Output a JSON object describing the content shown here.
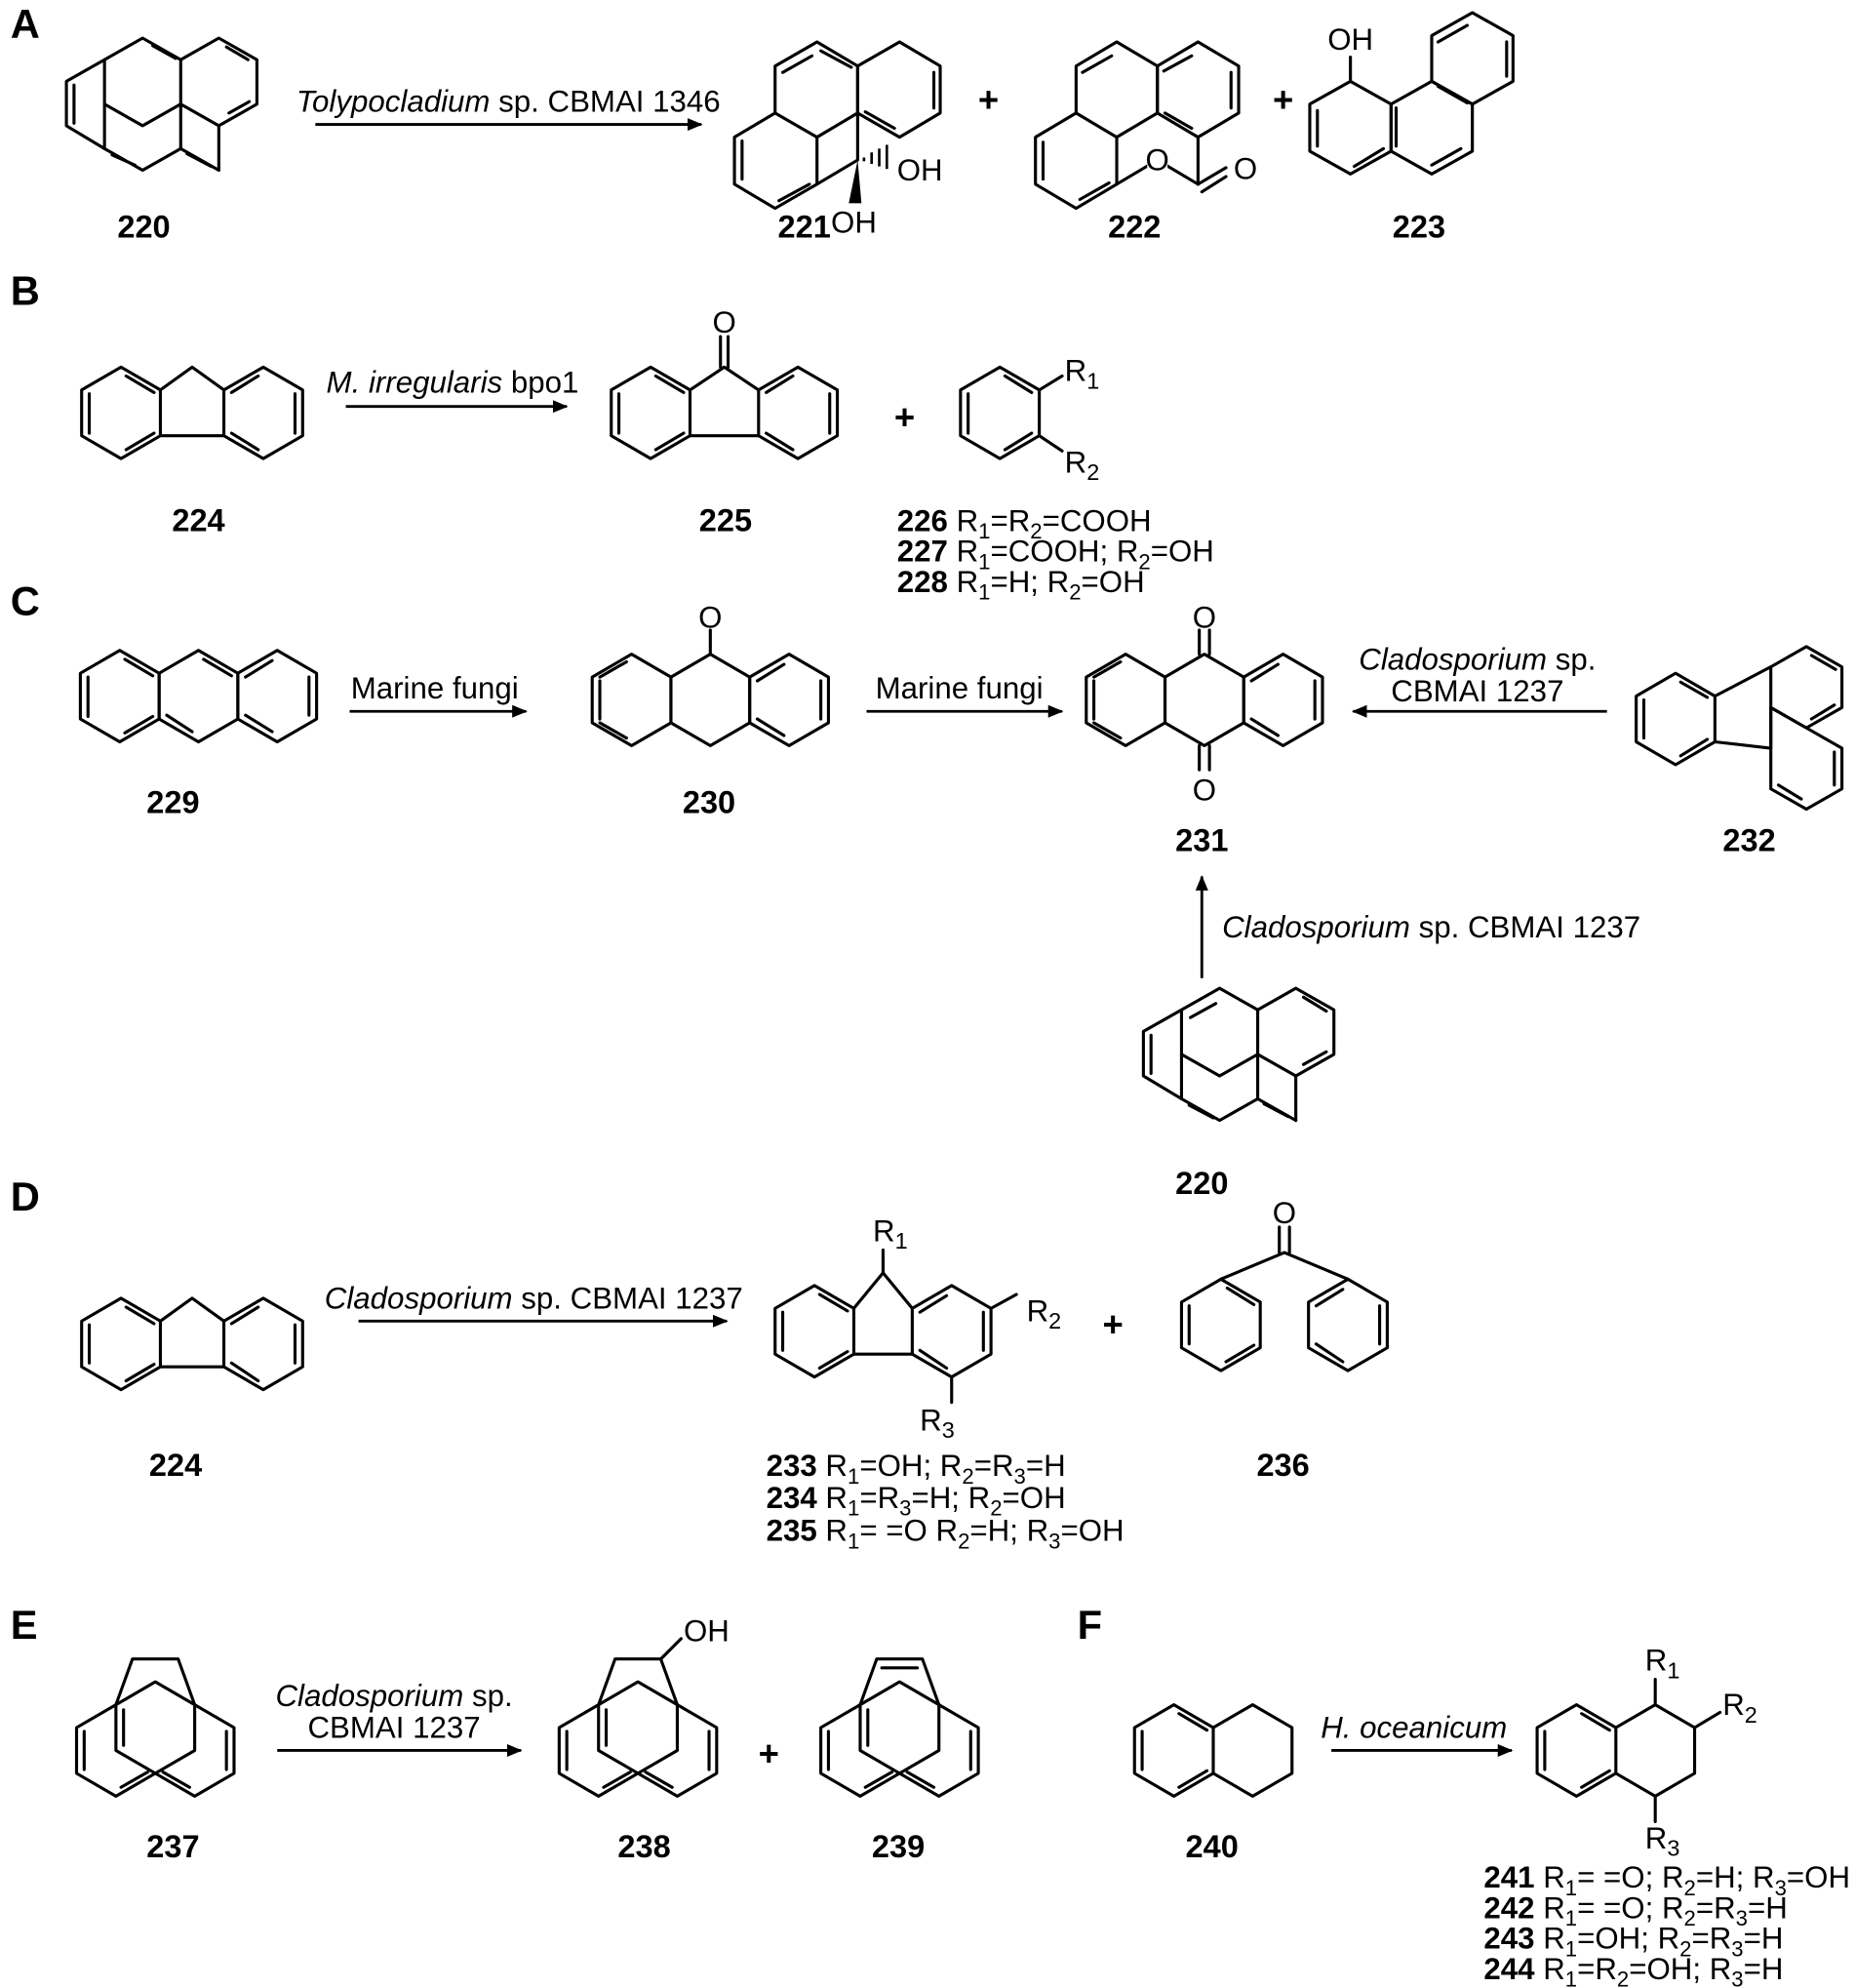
{
  "panels": {
    "A": {
      "letter": "A",
      "organism": "Tolypocladium",
      "condition_rest": " sp. CBMAI 1346",
      "compounds": [
        "220",
        "221",
        "222",
        "223"
      ],
      "labels": {
        "oh1": "OH",
        "oh2": "OH",
        "o_ring": "O",
        "o_keto": "O",
        "oh3": "OH"
      }
    },
    "B": {
      "letter": "B",
      "organism": "M. irregularis",
      "condition_rest": " bpo1",
      "compounds": [
        "224",
        "225"
      ],
      "labels": {
        "o_keto": "O",
        "r1": "R",
        "r1_sub": "1",
        "r2": "R",
        "r2_sub": "2"
      },
      "substituents": [
        {
          "num": "226",
          "text": [
            [
              "R",
              ""
            ],
            [
              "1",
              "sub"
            ],
            [
              "=R",
              ""
            ],
            [
              "2",
              "sub"
            ],
            [
              "=COOH",
              ""
            ]
          ]
        },
        {
          "num": "227",
          "text": [
            [
              "R",
              ""
            ],
            [
              "1",
              "sub"
            ],
            [
              "=COOH; R",
              ""
            ],
            [
              "2",
              "sub"
            ],
            [
              "=OH",
              ""
            ]
          ]
        },
        {
          "num": "228",
          "text": [
            [
              "R",
              ""
            ],
            [
              "1",
              "sub"
            ],
            [
              "=H; R",
              ""
            ],
            [
              "2",
              "sub"
            ],
            [
              "=OH",
              ""
            ]
          ]
        }
      ]
    },
    "C": {
      "letter": "C",
      "condition_1": "Marine fungi",
      "condition_2": "Marine fungi",
      "organism_right": "Cladosporium",
      "condition_right_rest": " sp.",
      "condition_right_line2": "CBMAI 1237",
      "organism_up": "Cladosporium",
      "condition_up_rest": " sp. CBMAI 1237",
      "compounds": [
        "229",
        "230",
        "231",
        "232",
        "220"
      ],
      "labels": {
        "o_230": "O",
        "o_231a": "O",
        "o_231b": "O"
      }
    },
    "D": {
      "letter": "D",
      "organism": "Cladosporium",
      "condition_rest": " sp. CBMAI 1237",
      "compounds": [
        "224",
        "236"
      ],
      "labels": {
        "r1": "R",
        "r1_sub": "1",
        "r2": "R",
        "r2_sub": "2",
        "r3": "R",
        "r3_sub": "3",
        "o_236": "O"
      },
      "substituents": [
        {
          "num": "233",
          "text": [
            [
              "R",
              ""
            ],
            [
              "1",
              "sub"
            ],
            [
              "=OH; R",
              ""
            ],
            [
              "2",
              "sub"
            ],
            [
              "=R",
              ""
            ],
            [
              "3",
              "sub"
            ],
            [
              "=H",
              ""
            ]
          ]
        },
        {
          "num": "234",
          "text": [
            [
              "R",
              ""
            ],
            [
              "1",
              "sub"
            ],
            [
              "=R",
              ""
            ],
            [
              "3",
              "sub"
            ],
            [
              "=H; R",
              ""
            ],
            [
              "2",
              "sub"
            ],
            [
              "=OH",
              ""
            ]
          ]
        },
        {
          "num": "235",
          "text": [
            [
              "R",
              ""
            ],
            [
              "1",
              "sub"
            ],
            [
              "= =O R",
              ""
            ],
            [
              "2",
              "sub"
            ],
            [
              "=H; R",
              ""
            ],
            [
              "3",
              "sub"
            ],
            [
              "=OH",
              ""
            ]
          ]
        }
      ]
    },
    "E": {
      "letter": "E",
      "organism": "Cladosporium",
      "condition_rest": " sp.",
      "condition_line2": "CBMAI 1237",
      "compounds": [
        "237",
        "238",
        "239"
      ],
      "labels": {
        "oh": "OH"
      }
    },
    "F": {
      "letter": "F",
      "organism": "H. oceanicum",
      "compounds": [
        "240"
      ],
      "labels": {
        "r1": "R",
        "r1_sub": "1",
        "r2": "R",
        "r2_sub": "2",
        "r3": "R",
        "r3_sub": "3"
      },
      "substituents": [
        {
          "num": "241",
          "text": [
            [
              "R",
              ""
            ],
            [
              "1",
              "sub"
            ],
            [
              "= =O; R",
              ""
            ],
            [
              "2",
              "sub"
            ],
            [
              "=H; R",
              ""
            ],
            [
              "3",
              "sub"
            ],
            [
              "=OH",
              ""
            ]
          ]
        },
        {
          "num": "242",
          "text": [
            [
              "R",
              ""
            ],
            [
              "1",
              "sub"
            ],
            [
              "= =O; R",
              ""
            ],
            [
              "2",
              "sub"
            ],
            [
              "=R",
              ""
            ],
            [
              "3",
              "sub"
            ],
            [
              "=H",
              ""
            ]
          ]
        },
        {
          "num": "243",
          "text": [
            [
              "R",
              ""
            ],
            [
              "1",
              "sub"
            ],
            [
              "=OH; R",
              ""
            ],
            [
              "2",
              "sub"
            ],
            [
              "=R",
              ""
            ],
            [
              "3",
              "sub"
            ],
            [
              "=H",
              ""
            ]
          ]
        },
        {
          "num": "244",
          "text": [
            [
              "R",
              ""
            ],
            [
              "1",
              "sub"
            ],
            [
              "=R",
              ""
            ],
            [
              "2",
              "sub"
            ],
            [
              "=OH; R",
              ""
            ],
            [
              "3",
              "sub"
            ],
            [
              "=H",
              ""
            ]
          ]
        }
      ]
    }
  },
  "plus_sign": "+"
}
